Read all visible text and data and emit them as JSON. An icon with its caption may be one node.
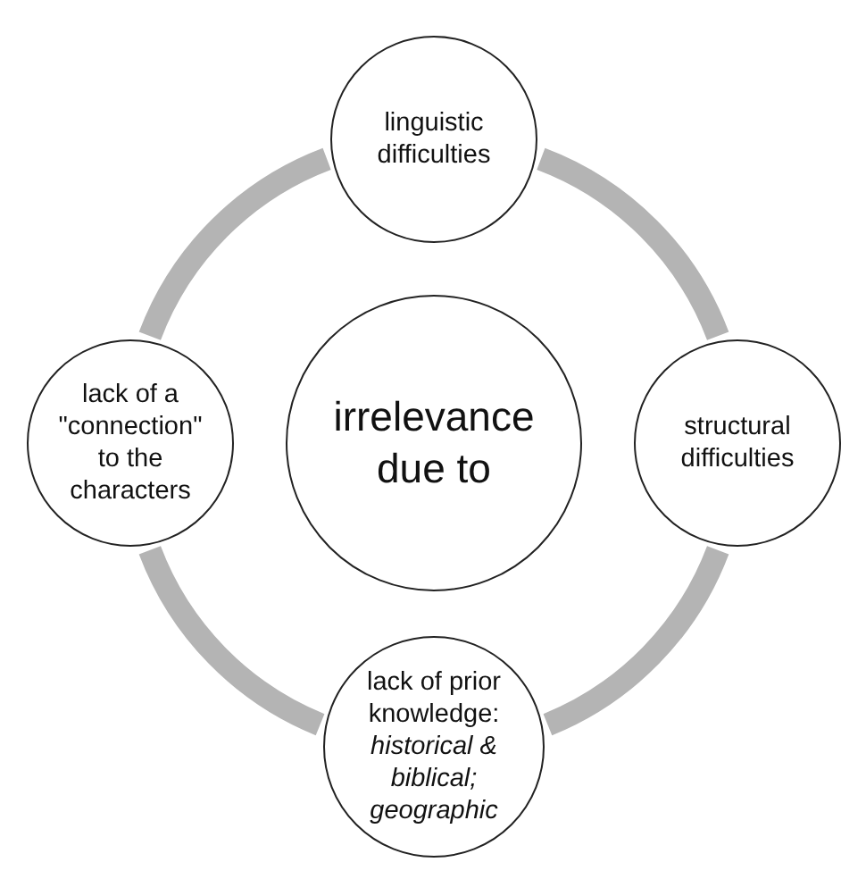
{
  "diagram": {
    "nodes": [
      {
        "text": [
          "linguistic difficulties"
        ]
      },
      {
        "text": [
          "lack of a \"connection\" to the characters"
        ]
      },
      {
        "text": [
          "irrelevance due to"
        ]
      },
      {
        "text": [
          "structural difficulties"
        ]
      },
      {
        "text": [
          "lack of prior knowledge: *historical & biblical; geographic*"
        ]
      }
    ],
    "edges": [
      {
        "from": 0,
        "to": 3,
        "arrow": "none"
      },
      {
        "from": 3,
        "to": 4,
        "arrow": "none"
      },
      {
        "from": 4,
        "to": 1,
        "arrow": "none"
      },
      {
        "from": 1,
        "to": 0,
        "arrow": "none"
      }
    ]
  }
}
